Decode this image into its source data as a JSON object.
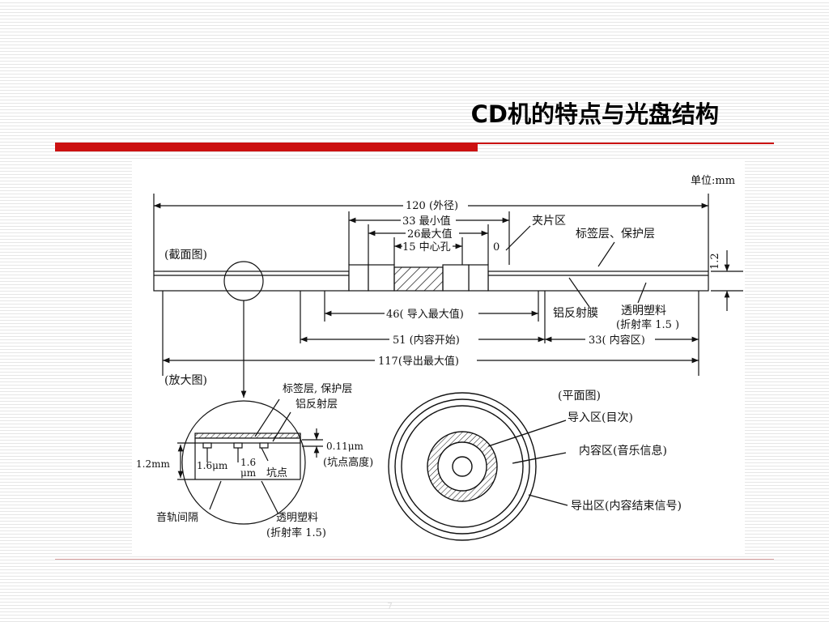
{
  "slide": {
    "title": "CD机的特点与光盘结构",
    "page_number": "7"
  },
  "diagram": {
    "unit": "单位:mm",
    "cross_section": {
      "label": "(截面图)",
      "dim_outer": "120 (外径)",
      "dim_33": "33 最小值",
      "dim_26": "26最大值",
      "dim_15": "15 中心孔",
      "zero": "0",
      "clamp": "夹片区",
      "label_layer": "标签层、保护层",
      "thickness": "1.2",
      "aluminum": "铝反射膜",
      "plastic": "透明塑料",
      "refr": "(折射率 1.5 )",
      "dim_46": "46( 导入最大值)",
      "dim_51": "51 (内容开始)",
      "dim_33c": "33( 内容区)",
      "dim_117": "117(导出最大值)"
    },
    "magnified": {
      "label": "(放大图)",
      "label_layer": "标签层, 保护层",
      "aluminum": "铝反射层",
      "h_12": "1.2mm",
      "w_16a": "1.6μm",
      "w_16b": "1.6",
      "w_16b_unit": "μm",
      "pit": "坑点",
      "depth": "0.11μm",
      "depth_desc": "(坑点高度)",
      "track_gap": "音轨间隔",
      "plastic": "透明塑料",
      "refr": "(折射率 1.5)"
    },
    "plan": {
      "label": "(平面图)",
      "lead_in": "导入区(目次)",
      "content": "内容区(音乐信息)",
      "lead_out": "导出区(内容结束信号)"
    }
  }
}
